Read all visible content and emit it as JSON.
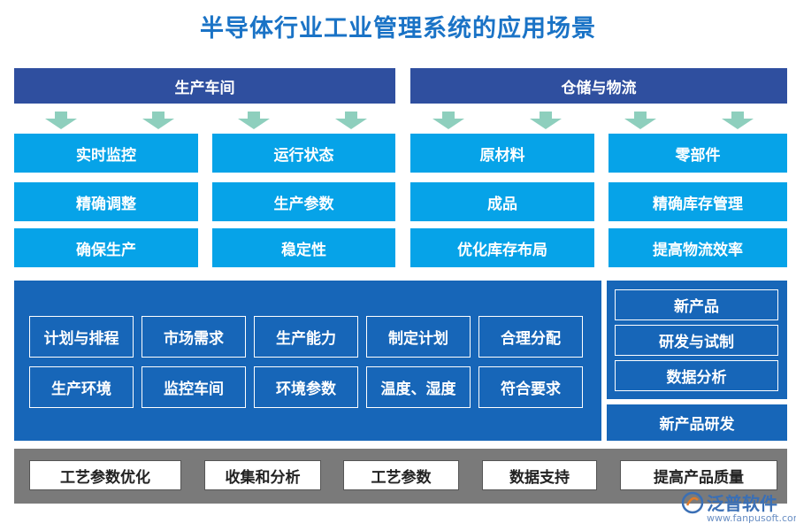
{
  "title": "半导体行业工业管理系统的应用场景",
  "sections": {
    "workshop": "生产车间",
    "logistics": "仓储与物流"
  },
  "grid": [
    [
      "实时监控",
      "运行状态",
      "原材料",
      "零部件"
    ],
    [
      "精确调整",
      "生产参数",
      "成品",
      "精确库存管理"
    ],
    [
      "确保生产",
      "稳定性",
      "优化库存布局",
      "提高物流效率"
    ]
  ],
  "middle": {
    "row1": [
      "计划与排程",
      "市场需求",
      "生产能力",
      "制定计划",
      "合理分配"
    ],
    "row2": [
      "生产环境",
      "监控车间",
      "环境参数",
      "温度、湿度",
      "符合要求"
    ]
  },
  "right_panel": {
    "items": [
      "新产品",
      "研发与试制",
      "数据分析"
    ],
    "footer": "新产品研发"
  },
  "bottom": [
    "工艺参数优化",
    "收集和分析",
    "工艺参数",
    "数据支持",
    "提高产品质量"
  ],
  "logo": {
    "name": "泛普软件",
    "url": "www.fanpusoft.com"
  }
}
